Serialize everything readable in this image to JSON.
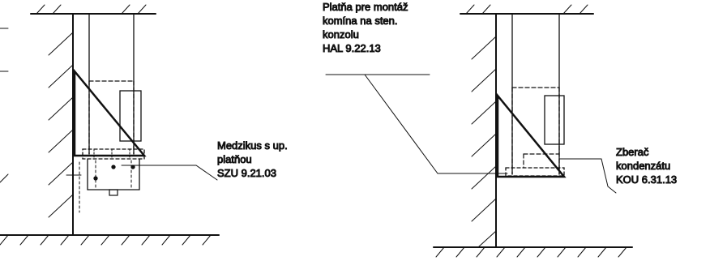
{
  "callouts": {
    "mid_section": {
      "lines": [
        "Medzikus s up.",
        "platňou",
        "SZU 9.21.03"
      ]
    },
    "wall_plate": {
      "lines": [
        "Platňa pre montáž",
        "komína na sten.",
        "konzolu",
        "HAL 9.22.13"
      ]
    },
    "collector": {
      "lines": [
        "Zberač",
        "kondenzátu",
        "KOU 6.31.13"
      ]
    }
  },
  "colors": {
    "line": "#111111",
    "background": "#ffffff"
  }
}
